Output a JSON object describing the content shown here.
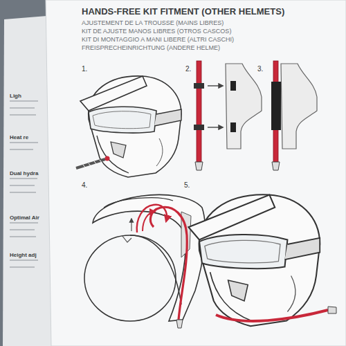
{
  "diagram": {
    "title": "HANDS-FREE KIT FITMENT (OTHER HELMETS)",
    "labels": [
      "AJUSTEMENT DE LA TROUSSE (MAINS LIBRES)",
      "KIT DE AJUSTE MANOS LIBRES (OTROS CASCOS)",
      "KIT DI MONTAGGIO A MANI LIBERE (ALTRI CASCHI)",
      "FREISPRECHEINRICHTUNG (ANDERE HELME)",
      "1.",
      "2.",
      "3.",
      "4.",
      "5.",
      "Ligh",
      "Heat re",
      "Dual hydra",
      "Optimal Air",
      "Height adj"
    ]
  }
}
